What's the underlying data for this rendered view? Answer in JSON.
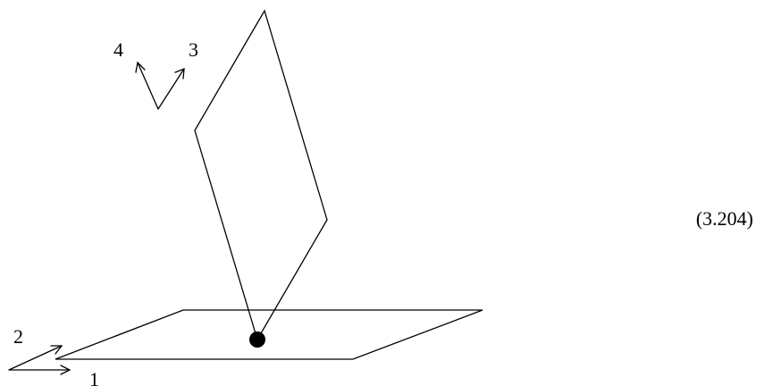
{
  "direction_labels": {
    "one": "1",
    "two": "2",
    "three": "3",
    "four": "4"
  },
  "equation_number": "(3.204)",
  "colors": {
    "stroke": "#000000",
    "background": "#ffffff"
  }
}
